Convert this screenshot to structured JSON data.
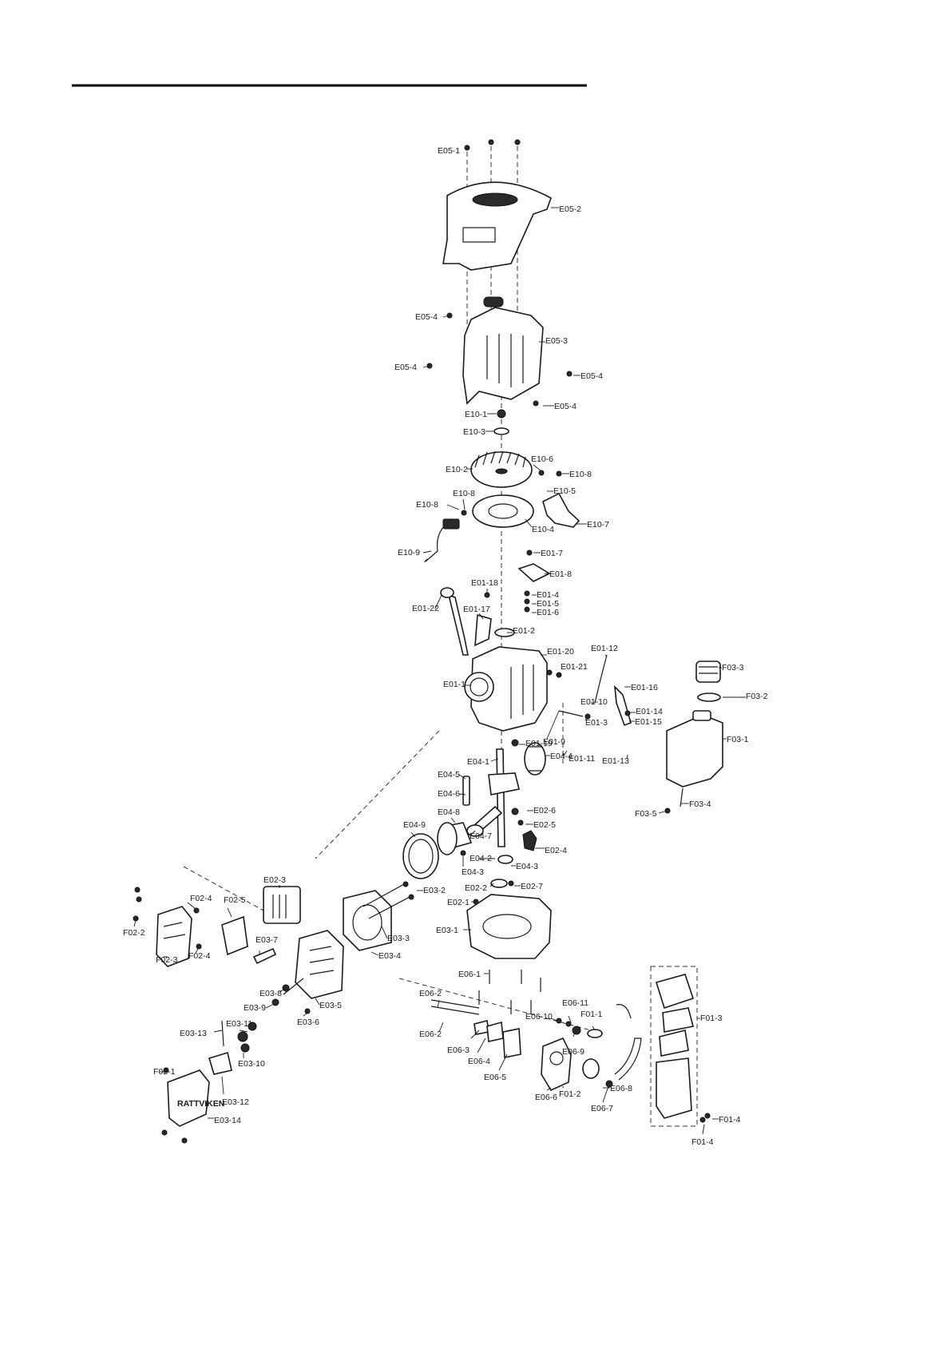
{
  "labels": [
    "E05-1",
    "E05-2",
    "E05-3",
    "E05-4",
    "E10-1",
    "E10-3",
    "E10-2",
    "E10-6",
    "E10-8",
    "E10-5",
    "E10-7",
    "E10-4",
    "E10-9",
    "E01-7",
    "E01-8",
    "E01-18",
    "E01-4",
    "E01-5",
    "E01-6",
    "E01-22",
    "E01-17",
    "E01-2",
    "E01-20",
    "E01-12",
    "E01-21",
    "E01-1",
    "E01-16",
    "E01-10",
    "E01-14",
    "E01-3",
    "E01-15",
    "E01-9",
    "E01-19",
    "E01-11",
    "E01-13",
    "F03-3",
    "F03-2",
    "F03-1",
    "F03-4",
    "F03-5",
    "E04-1",
    "E04-4",
    "E04-5",
    "E04-6",
    "E04-8",
    "E02-6",
    "E02-5",
    "E02-4",
    "E04-9",
    "E04-7",
    "E04-2",
    "E04-3",
    "E02-2",
    "E02-7",
    "E02-1",
    "E03-1",
    "E03-2",
    "E03-3",
    "E03-4",
    "E03-5",
    "E03-6",
    "E03-7",
    "E03-8",
    "E03-9",
    "E03-10",
    "E03-11",
    "E03-12",
    "E03-13",
    "E03-14",
    "F02-1",
    "F02-2",
    "F02-3",
    "F02-4",
    "F02-5",
    "E02-3",
    "E06-1",
    "E06-2",
    "E06-3",
    "E06-4",
    "E06-5",
    "E06-6",
    "E06-7",
    "E06-8",
    "E06-9",
    "E06-10",
    "E06-11",
    "F01-1",
    "F01-2",
    "F01-3",
    "F01-4"
  ],
  "decal_text": "RATTVIKEN"
}
